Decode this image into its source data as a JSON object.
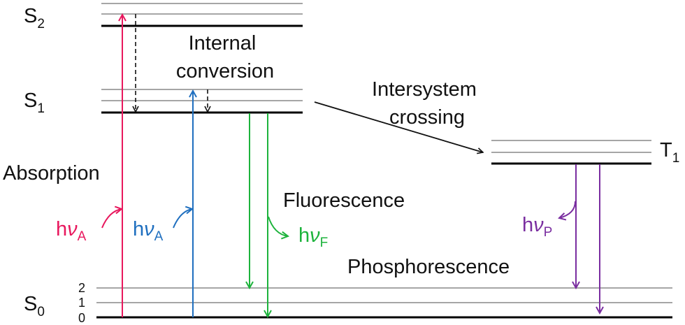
{
  "states": {
    "s2": {
      "main": "S",
      "sub": "2"
    },
    "s1": {
      "main": "S",
      "sub": "1"
    },
    "s0": {
      "main": "S",
      "sub": "0"
    },
    "t1": {
      "main": "T",
      "sub": "1"
    }
  },
  "vibrational_levels": [
    "2",
    "1",
    "0"
  ],
  "processes": {
    "internal_conversion": [
      "Internal",
      "conversion"
    ],
    "intersystem_crossing": [
      "Intersystem",
      "crossing"
    ],
    "absorption": "Absorption",
    "fluorescence": "Fluorescence",
    "phosphorescence": "Phosphorescence"
  },
  "photons": {
    "absorption_1": {
      "h": "h",
      "nu": "ν",
      "sub": "A",
      "color": "#e8175d"
    },
    "absorption_2": {
      "h": "h",
      "nu": "ν",
      "sub": "A",
      "color": "#1f6fbf"
    },
    "fluorescence": {
      "h": "h",
      "nu": "ν",
      "sub": "F",
      "color": "#1db33c"
    },
    "phosphorescence": {
      "h": "h",
      "nu": "ν",
      "sub": "P",
      "color": "#7a2ea0"
    }
  },
  "colors": {
    "ground_line": "#000000",
    "vibrational_line": "#a6a6a6",
    "absorption_1": "#e8175d",
    "absorption_2": "#1f6fbf",
    "fluorescence": "#1db33c",
    "phosphorescence": "#7a2ea0"
  }
}
